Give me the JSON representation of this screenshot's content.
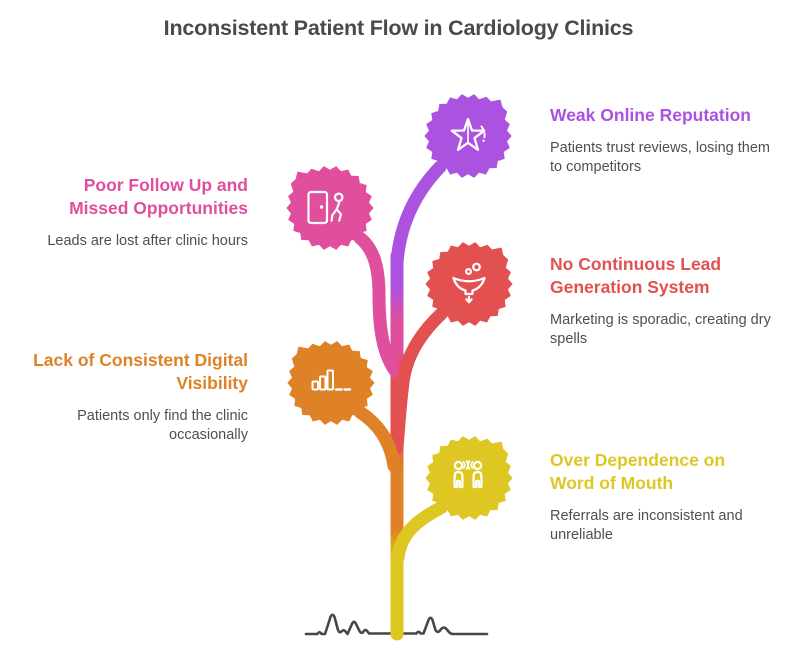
{
  "title": "Inconsistent Patient Flow in Cardiology Clinics",
  "items": [
    {
      "id": "weak-online-reputation",
      "side": "right",
      "heading_lines": [
        "Weak Online Reputation"
      ],
      "body_lines": [
        "Patients trust reviews, losing them",
        "to competitors"
      ],
      "color": "#ab52e0",
      "icon": "star-icon"
    },
    {
      "id": "poor-follow-up",
      "side": "left",
      "heading_lines": [
        "Poor Follow Up and",
        "Missed Opportunities"
      ],
      "body_lines": [
        "Leads are lost after clinic hours"
      ],
      "color": "#df4f9d",
      "icon": "door-exit-icon"
    },
    {
      "id": "no-continuous-lead-generation",
      "side": "right",
      "heading_lines": [
        "No Continuous Lead",
        "Generation System"
      ],
      "body_lines": [
        "Marketing is sporadic, creating dry",
        "spells"
      ],
      "color": "#e25150",
      "icon": "lead-funnel-icon"
    },
    {
      "id": "lack-of-digital-visibility",
      "side": "left",
      "heading_lines": [
        "Lack of Consistent Digital",
        "Visibility"
      ],
      "body_lines": [
        "Patients only find the clinic",
        "occasionally"
      ],
      "color": "#de8127",
      "icon": "bar-chart-icon"
    },
    {
      "id": "over-dependence-word-of-mouth",
      "side": "right",
      "heading_lines": [
        "Over Dependence on",
        "Word of Mouth"
      ],
      "body_lines": [
        "Referrals are inconsistent and",
        "unreliable"
      ],
      "color": "#dec723",
      "icon": "people-talking-icon"
    }
  ],
  "text_colors": {
    "title": "#4a4a4a",
    "body": "#4f4f4f"
  },
  "ekg": {
    "color": "#474747"
  }
}
